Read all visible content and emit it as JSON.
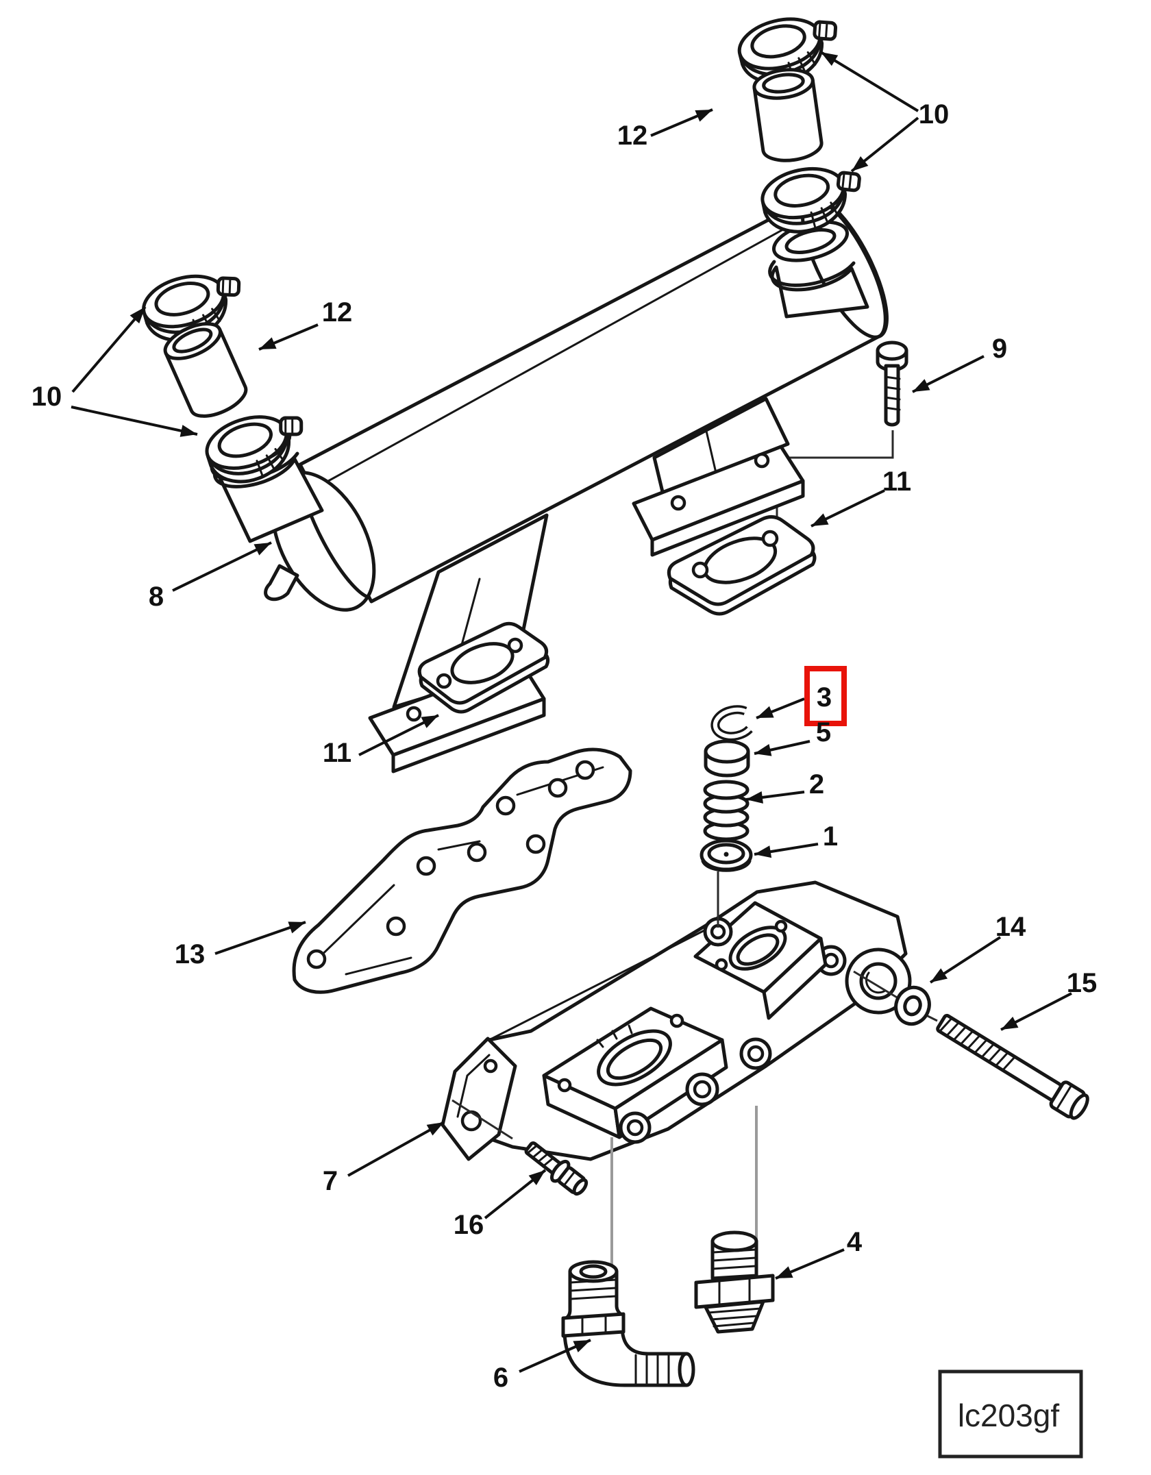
{
  "diagram": {
    "type": "exploded-parts-diagram",
    "subject": "oil-cooler-assembly-line-drawing",
    "figure_code": "lc203gf",
    "highlighted_callout": "3",
    "highlight_color": "#e8130a",
    "line_color": "#161616",
    "callouts": {
      "c1": "1",
      "c2": "2",
      "c3": "3",
      "c4": "4",
      "c5": "5",
      "c6": "6",
      "c7": "7",
      "c8": "8",
      "c9": "9",
      "c10": "10",
      "c11": "11",
      "c12": "12",
      "c13": "13",
      "c14": "14",
      "c15": "15",
      "c16": "16"
    }
  }
}
